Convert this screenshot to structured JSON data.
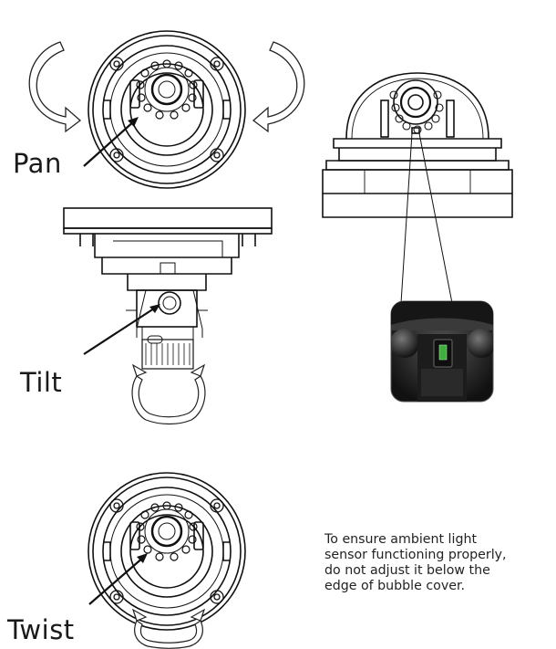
{
  "labels": {
    "pan": "Pan",
    "tilt": "Tilt",
    "twist": "Twist"
  },
  "note": {
    "lines": [
      "To ensure ambient light",
      "sensor functioning properly,",
      "do not adjust it below the",
      "edge of bubble cover."
    ]
  },
  "icons": [
    "rotate-left-arrow-icon",
    "rotate-right-arrow-icon",
    "tilt-arc-arrow-icon",
    "twist-arc-arrow-icon",
    "pointer-arrow-icon"
  ],
  "colors": {
    "line": "#111111",
    "photo_bg": "#2a2a2a",
    "sensor_green": "#3fae3f"
  }
}
